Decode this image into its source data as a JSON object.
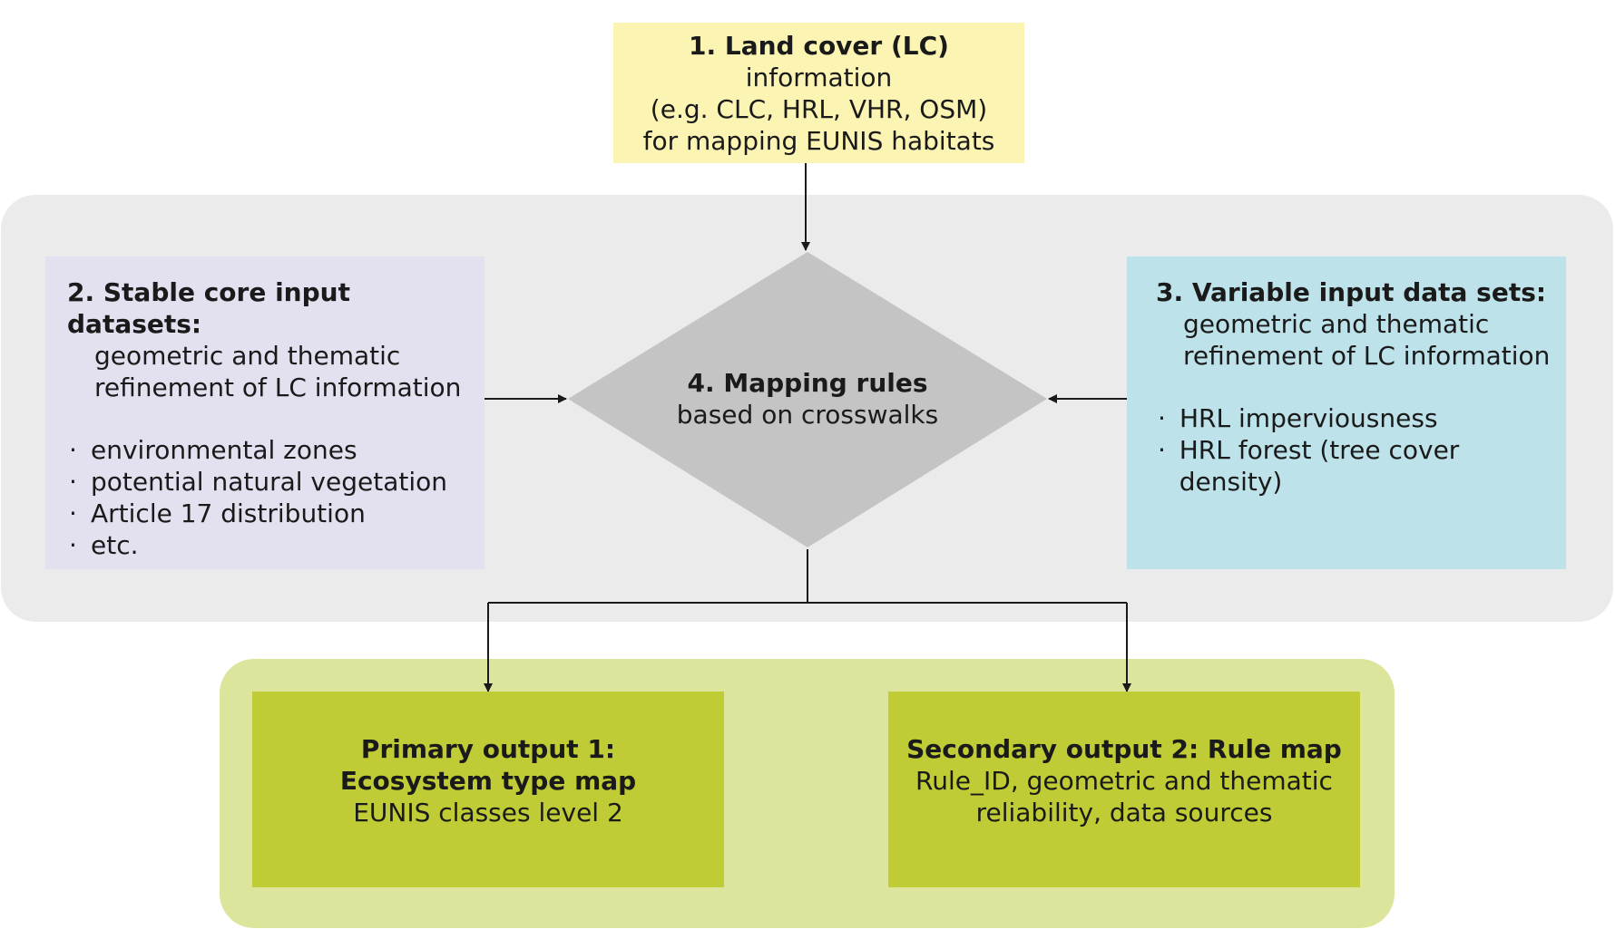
{
  "box1": {
    "title": "1. Land cover (LC)",
    "title_rest": " information",
    "line2": "(e.g. CLC, HRL, VHR, OSM)",
    "line3": "for mapping EUNIS habitats",
    "color": "#fbf4b3"
  },
  "box2": {
    "title": "2. Stable core input datasets:",
    "line2": "geometric and thematic",
    "line3": "refinement of LC information",
    "bullet": "·",
    "items": [
      "environmental zones",
      "potential natural vegetation",
      "Article 17 distribution",
      "etc."
    ],
    "color": "#e3e0f0"
  },
  "box3": {
    "title": "3. Variable input data sets:",
    "line2": "geometric and thematic",
    "line3": "refinement of LC information",
    "bullet": "·",
    "items": [
      "HRL imperviousness",
      "HRL forest (tree cover density)"
    ],
    "color": "#bde2e9"
  },
  "box4": {
    "title": "4. Mapping rules",
    "line2": "based on crosswalks",
    "color": "#c4c4c4"
  },
  "primary": {
    "line1": "Primary output 1:",
    "line2": "Ecosystem type map",
    "line3": "EUNIS classes level 2",
    "color": "#bfcc35"
  },
  "secondary": {
    "line1": "Secondary output 2: Rule map",
    "line2": "Rule_ID, geometric and thematic",
    "line3": "reliability, data sources",
    "color": "#bfcc35"
  }
}
